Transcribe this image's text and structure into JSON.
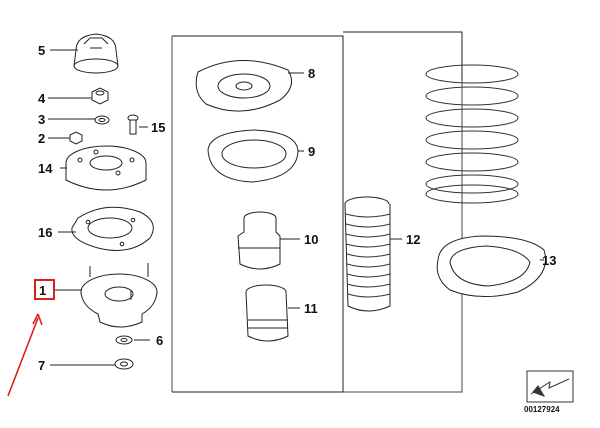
{
  "diagram": {
    "parts": [
      {
        "number": "1"
      },
      {
        "number": "2"
      },
      {
        "number": "3"
      },
      {
        "number": "4"
      },
      {
        "number": "5"
      },
      {
        "number": "6"
      },
      {
        "number": "7"
      },
      {
        "number": "8"
      },
      {
        "number": "9"
      },
      {
        "number": "10"
      },
      {
        "number": "11"
      },
      {
        "number": "12"
      },
      {
        "number": "13"
      },
      {
        "number": "14"
      },
      {
        "number": "15"
      },
      {
        "number": "16"
      }
    ],
    "catalog_number": "00127924",
    "highlight_color": "#d9221c",
    "highlighted_part": "1",
    "icons": [
      "arrow-icon",
      "orientation-icon"
    ]
  }
}
